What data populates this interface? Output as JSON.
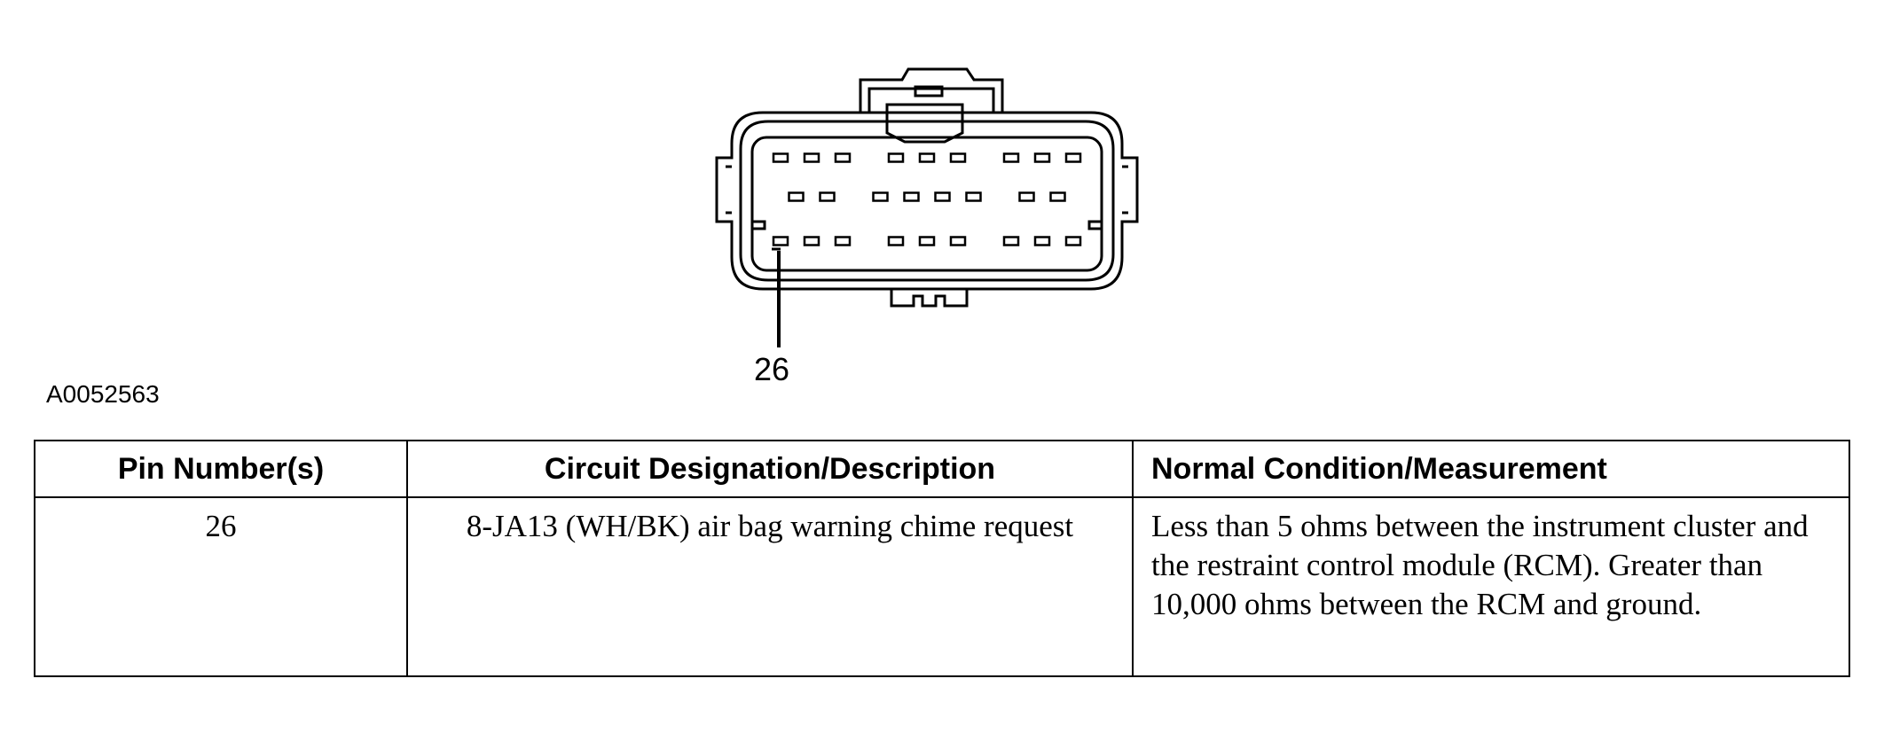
{
  "figure": {
    "id": "A0052563",
    "callout_pin": "26"
  },
  "table": {
    "headers": {
      "pin": "Pin Number(s)",
      "description": "Circuit Designation/Description",
      "condition": "Normal Condition/Measurement"
    },
    "rows": [
      {
        "pin": "26",
        "description": "8-JA13 (WH/BK) air bag warning chime request",
        "condition": "Less than 5 ohms between the instrument cluster and the restraint control module (RCM). Greater than 10,000 ohms between the RCM and ground."
      }
    ]
  },
  "connector": {
    "pin_rows": [
      [
        3,
        3,
        3
      ],
      [
        2,
        4,
        2
      ],
      [
        3,
        3,
        3
      ]
    ]
  }
}
